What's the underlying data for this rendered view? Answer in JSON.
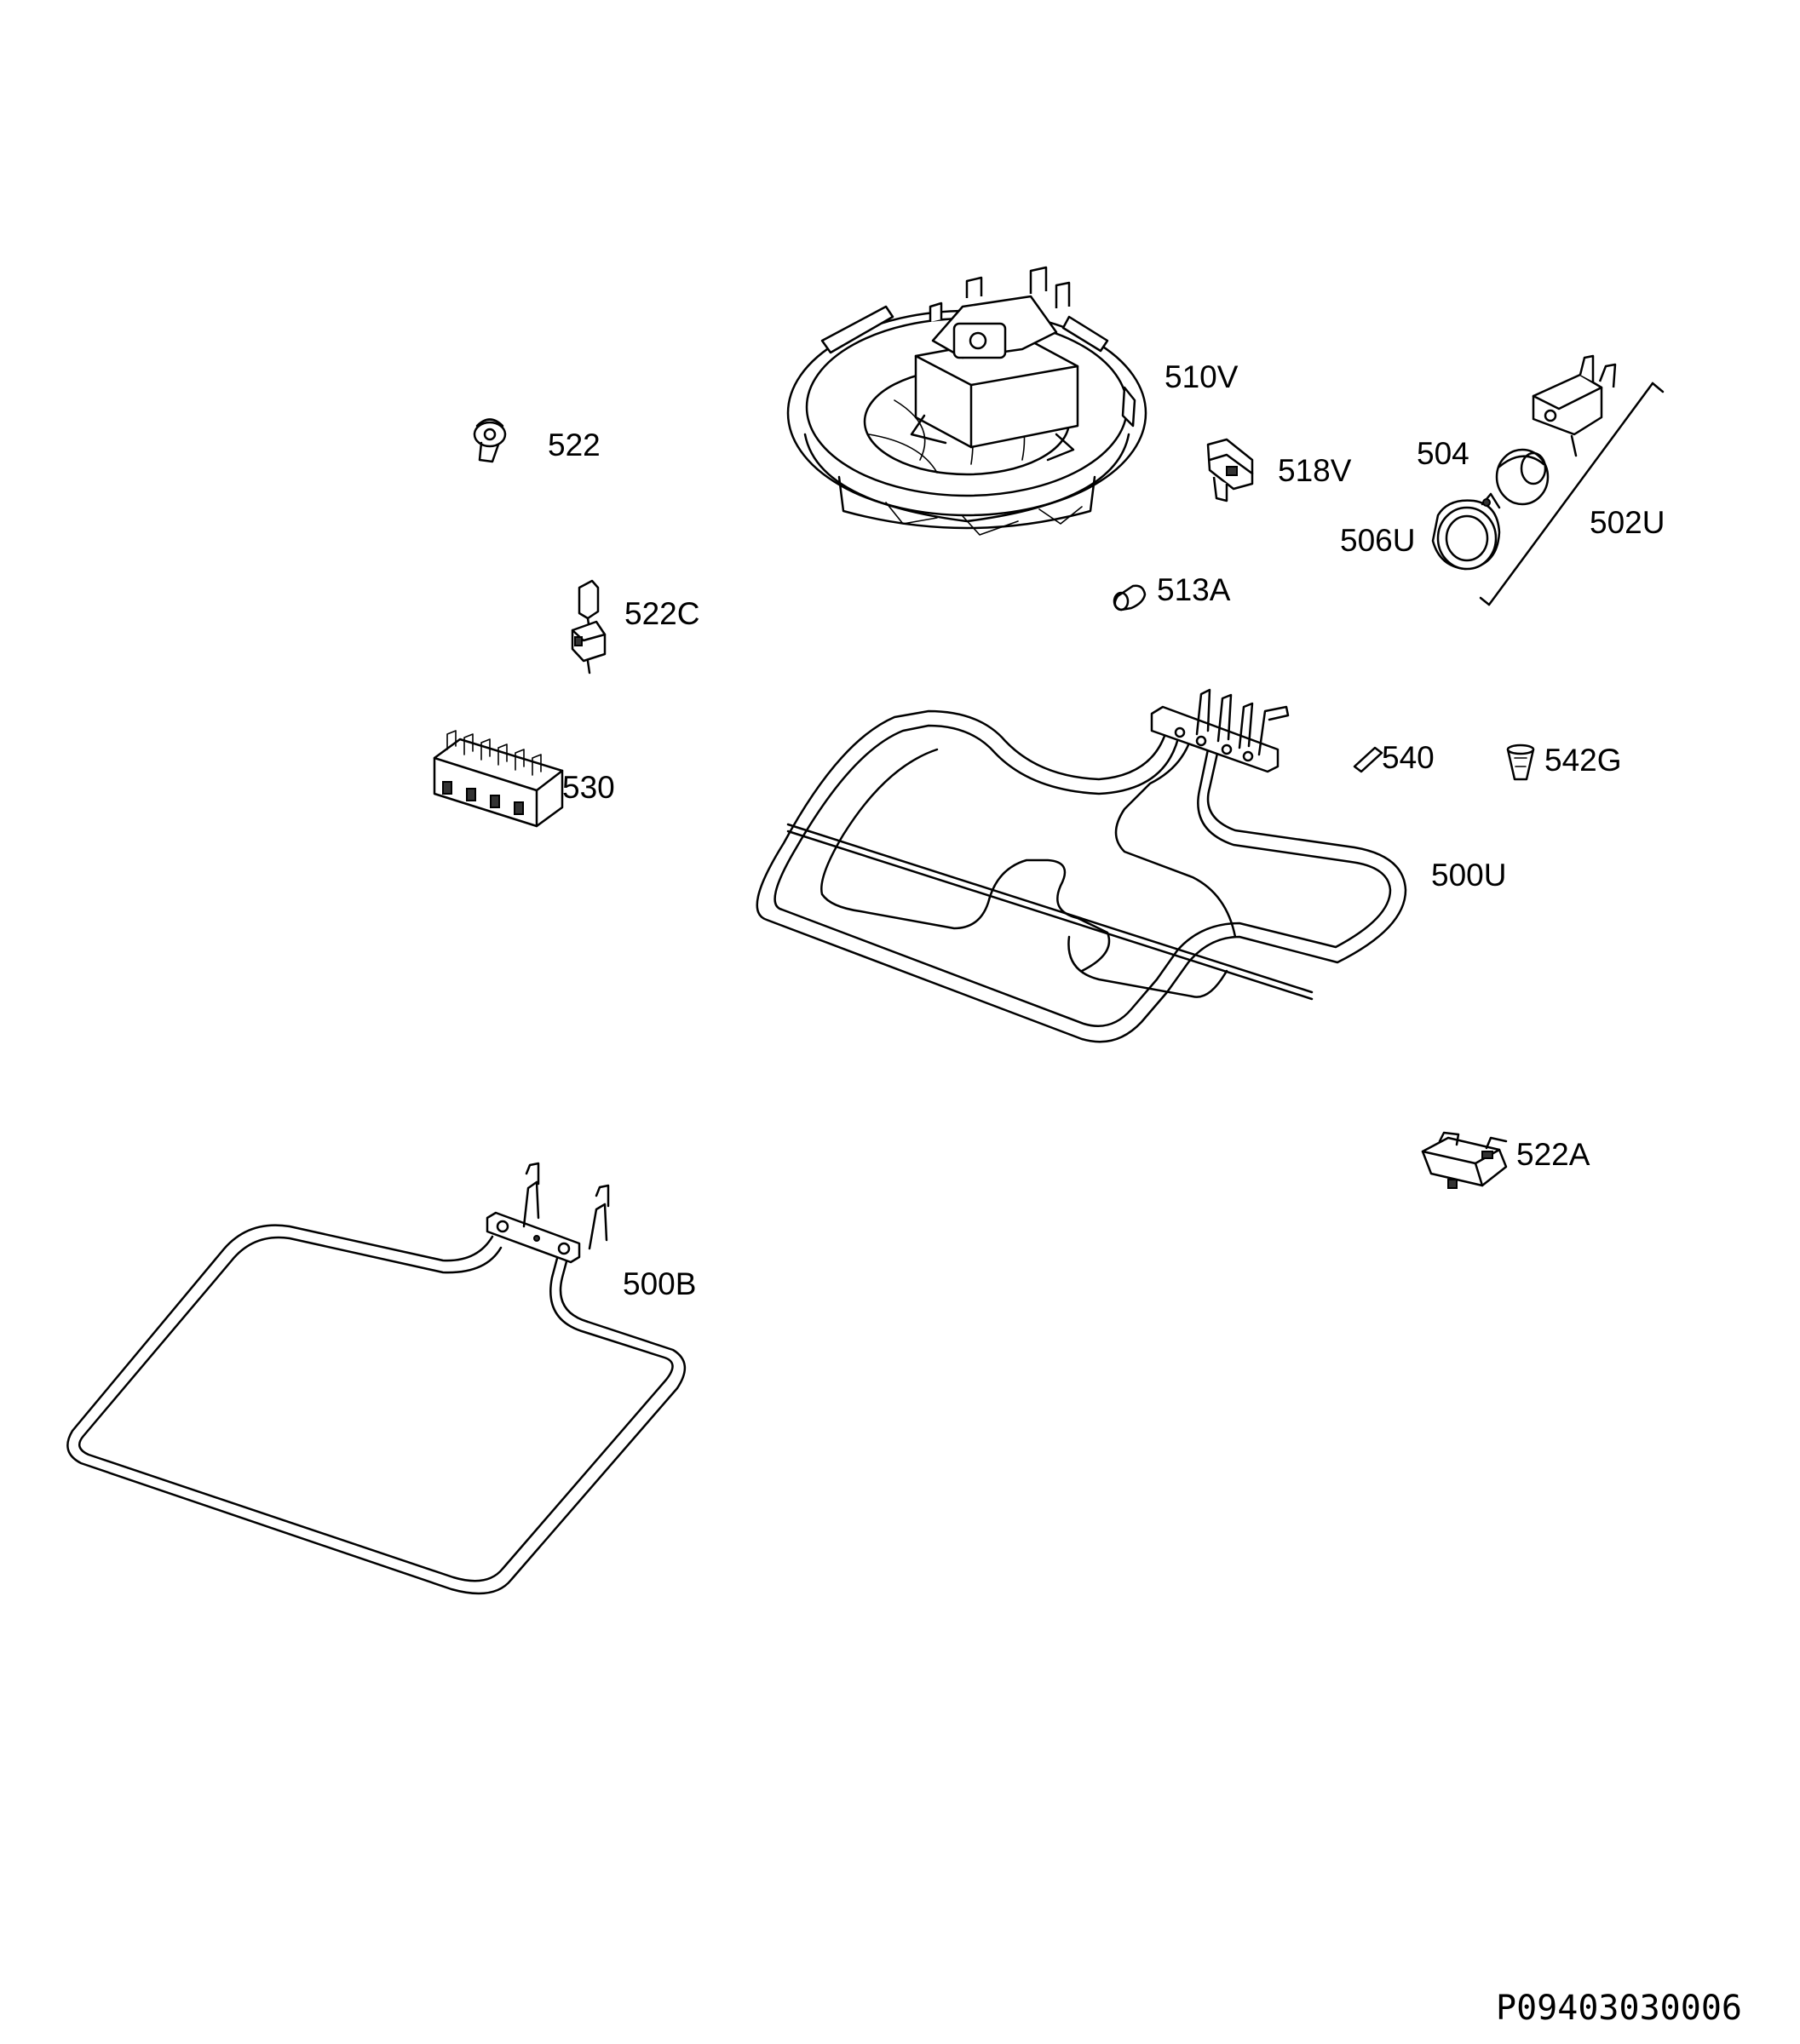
{
  "drawing_code": "P09403030006",
  "parts": [
    {
      "id": "510V",
      "label": "510V",
      "name": "fan-motor-assembly"
    },
    {
      "id": "522",
      "label": "522",
      "name": "clip"
    },
    {
      "id": "518V",
      "label": "518V",
      "name": "bracket"
    },
    {
      "id": "504",
      "label": "504",
      "name": "lamp-bulb"
    },
    {
      "id": "502U",
      "label": "502U",
      "name": "lamp-assembly"
    },
    {
      "id": "506U",
      "label": "506U",
      "name": "lamp-cover"
    },
    {
      "id": "513A",
      "label": "513A",
      "name": "sleeve"
    },
    {
      "id": "522C",
      "label": "522C",
      "name": "switch"
    },
    {
      "id": "540",
      "label": "540",
      "name": "pin"
    },
    {
      "id": "542G",
      "label": "542G",
      "name": "cone-spacer"
    },
    {
      "id": "530",
      "label": "530",
      "name": "terminal-block"
    },
    {
      "id": "500U",
      "label": "500U",
      "name": "upper-heating-element"
    },
    {
      "id": "522A",
      "label": "522A",
      "name": "thermostat"
    },
    {
      "id": "500B",
      "label": "500B",
      "name": "lower-heating-element"
    }
  ]
}
